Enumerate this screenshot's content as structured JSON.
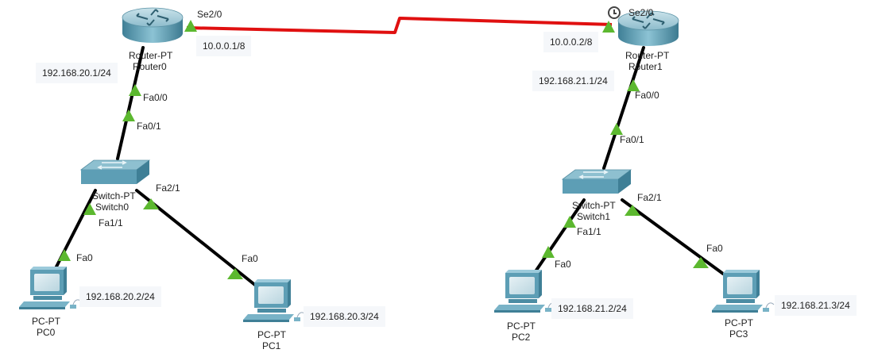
{
  "topology": {
    "colors": {
      "serial_link": "#e01010",
      "ethernet_link": "#000000",
      "port_up": "#5cb82f",
      "device_fill": "#6fa8bd",
      "ip_label_bg": "#f5f7fa"
    },
    "routers": [
      {
        "model": "Router-PT",
        "name": "Router0",
        "lan_ip": "192.168.20.1/24",
        "serial_port": "Se2/0",
        "serial_ip": "10.0.0.1/8",
        "lan_port": "Fa0/0"
      },
      {
        "model": "Router-PT",
        "name": "Router1",
        "lan_ip": "192.168.21.1/24",
        "serial_port": "Se2/0",
        "serial_ip": "10.0.0.2/8",
        "lan_port": "Fa0/0",
        "dce_clock_icon": "clock-icon"
      }
    ],
    "switches": [
      {
        "model": "Switch-PT",
        "name": "Switch0",
        "uplink_port": "Fa0/1",
        "port_a": "Fa1/1",
        "port_b": "Fa2/1"
      },
      {
        "model": "Switch-PT",
        "name": "Switch1",
        "uplink_port": "Fa0/1",
        "port_a": "Fa1/1",
        "port_b": "Fa2/1"
      }
    ],
    "pcs": [
      {
        "model": "PC-PT",
        "name": "PC0",
        "port": "Fa0",
        "ip": "192.168.20.2/24"
      },
      {
        "model": "PC-PT",
        "name": "PC1",
        "port": "Fa0",
        "ip": "192.168.20.3/24"
      },
      {
        "model": "PC-PT",
        "name": "PC2",
        "port": "Fa0",
        "ip": "192.168.21.2/24"
      },
      {
        "model": "PC-PT",
        "name": "PC3",
        "port": "Fa0",
        "ip": "192.168.21.3/24"
      }
    ]
  }
}
